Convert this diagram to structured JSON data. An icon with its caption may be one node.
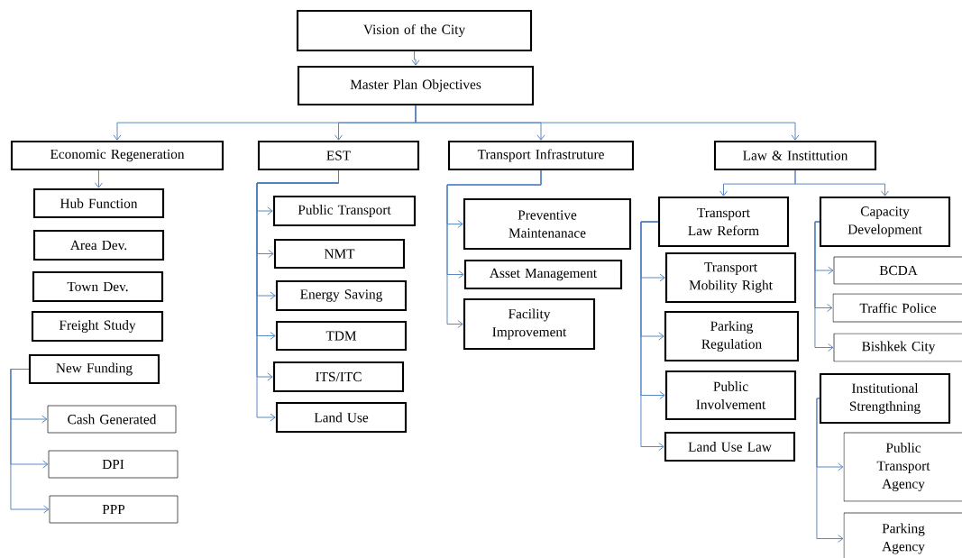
{
  "diagram": {
    "nodes": [
      {
        "text": [
          "Vision of the City"
        ]
      },
      {
        "text": [
          "Master Plan Objectives"
        ]
      },
      {
        "text": [
          "Economic Regeneration"
        ]
      },
      {
        "text": [
          "Hub Function"
        ]
      },
      {
        "text": [
          "Area Dev."
        ]
      },
      {
        "text": [
          "Town Dev."
        ]
      },
      {
        "text": [
          "Freight Study"
        ]
      },
      {
        "text": [
          "New Funding"
        ]
      },
      {
        "text": [
          "Cash Generated"
        ]
      },
      {
        "text": [
          "DPI"
        ]
      },
      {
        "text": [
          "PPP"
        ]
      },
      {
        "text": [
          "EST"
        ]
      },
      {
        "text": [
          "Transport Infrastruture"
        ]
      },
      {
        "text": [
          "Law & Instittution"
        ]
      },
      {
        "text": [
          "Public Transport"
        ]
      },
      {
        "text": [
          "NMT"
        ]
      },
      {
        "text": [
          "Energy Saving"
        ]
      },
      {
        "text": [
          "TDM"
        ]
      },
      {
        "text": [
          "ITS/ITC"
        ]
      },
      {
        "text": [
          "Land Use"
        ]
      },
      {
        "text": [
          "Preventive Maintenanace"
        ]
      },
      {
        "text": [
          "Asset Management"
        ]
      },
      {
        "text": [
          "Facility Improvement"
        ]
      },
      {
        "text": [
          "Transport Law Reform"
        ]
      },
      {
        "text": [
          "Transport Mobility Right"
        ]
      },
      {
        "text": [
          "Parking Regulation"
        ]
      },
      {
        "text": [
          "Public Involvement"
        ]
      },
      {
        "text": [
          "Land Use Law"
        ]
      },
      {
        "text": [
          "Capacity Development"
        ]
      },
      {
        "text": [
          "BCDA"
        ]
      },
      {
        "text": [
          "Traffic Police"
        ]
      },
      {
        "text": [
          "Bishkek City"
        ]
      },
      {
        "text": [
          "Institutional Strengthning"
        ]
      },
      {
        "text": [
          "Public Transport Agency"
        ]
      },
      {
        "text": [
          "Parking Agency"
        ]
      }
    ],
    "edges": [
      {
        "from": 0,
        "to": 1,
        "arrow": "to"
      },
      {
        "from": 1,
        "to": 2,
        "arrow": "to"
      },
      {
        "from": 1,
        "to": 11,
        "arrow": "to"
      },
      {
        "from": 1,
        "to": 12,
        "arrow": "to"
      },
      {
        "from": 1,
        "to": 13,
        "arrow": "to"
      },
      {
        "from": 2,
        "to": 3,
        "arrow": "to"
      },
      {
        "from": 7,
        "to": 8,
        "arrow": "to"
      },
      {
        "from": 7,
        "to": 9,
        "arrow": "to"
      },
      {
        "from": 7,
        "to": 10,
        "arrow": "to"
      },
      {
        "from": 11,
        "to": 14,
        "arrow": "to"
      },
      {
        "from": 11,
        "to": 15,
        "arrow": "to"
      },
      {
        "from": 11,
        "to": 16,
        "arrow": "to"
      },
      {
        "from": 11,
        "to": 17,
        "arrow": "to"
      },
      {
        "from": 11,
        "to": 18,
        "arrow": "to"
      },
      {
        "from": 11,
        "to": 19,
        "arrow": "to"
      },
      {
        "from": 12,
        "to": 20,
        "arrow": "to"
      },
      {
        "from": 12,
        "to": 21,
        "arrow": "to"
      },
      {
        "from": 12,
        "to": 22,
        "arrow": "to"
      },
      {
        "from": 13,
        "to": 23,
        "arrow": "to"
      },
      {
        "from": 13,
        "to": 28,
        "arrow": "to"
      },
      {
        "from": 23,
        "to": 24,
        "arrow": "to"
      },
      {
        "from": 23,
        "to": 25,
        "arrow": "to"
      },
      {
        "from": 23,
        "to": 26,
        "arrow": "to"
      },
      {
        "from": 23,
        "to": 27,
        "arrow": "to"
      },
      {
        "from": 28,
        "to": 29,
        "arrow": "to"
      },
      {
        "from": 28,
        "to": 30,
        "arrow": "to"
      },
      {
        "from": 28,
        "to": 31,
        "arrow": "to"
      },
      {
        "from": 32,
        "to": 33,
        "arrow": "to"
      },
      {
        "from": 32,
        "to": 34,
        "arrow": "to"
      }
    ]
  }
}
